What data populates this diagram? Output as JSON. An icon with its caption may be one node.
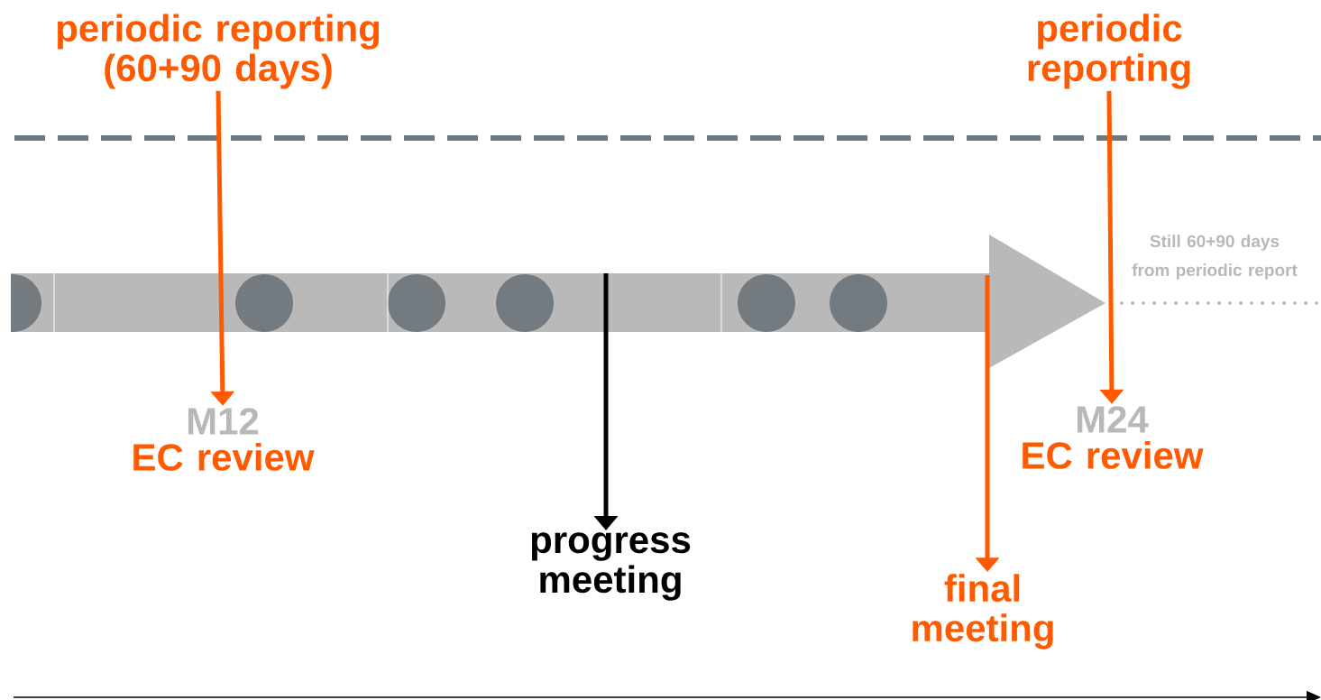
{
  "diagram": {
    "nodes": [
      {
        "text": [
          "periodic reporting (60+90 days)"
        ]
      },
      {
        "text": [
          "M12",
          "EC review"
        ]
      },
      {
        "text": [
          "periodic reporting"
        ]
      },
      {
        "text": [
          "M24",
          "EC review"
        ]
      },
      {
        "text": [
          "progress meeting"
        ]
      },
      {
        "text": [
          "final meeting"
        ]
      }
    ],
    "edges": [
      {
        "from": 0,
        "to": 1,
        "arrow": "to"
      },
      {
        "from": 2,
        "to": 3,
        "arrow": "to"
      },
      {
        "from": null,
        "to": 4,
        "arrow": "to",
        "color": "#000000"
      },
      {
        "from": null,
        "to": 5,
        "arrow": "to"
      }
    ],
    "labels": [
      "Still 60+90 days from periodic report"
    ]
  }
}
